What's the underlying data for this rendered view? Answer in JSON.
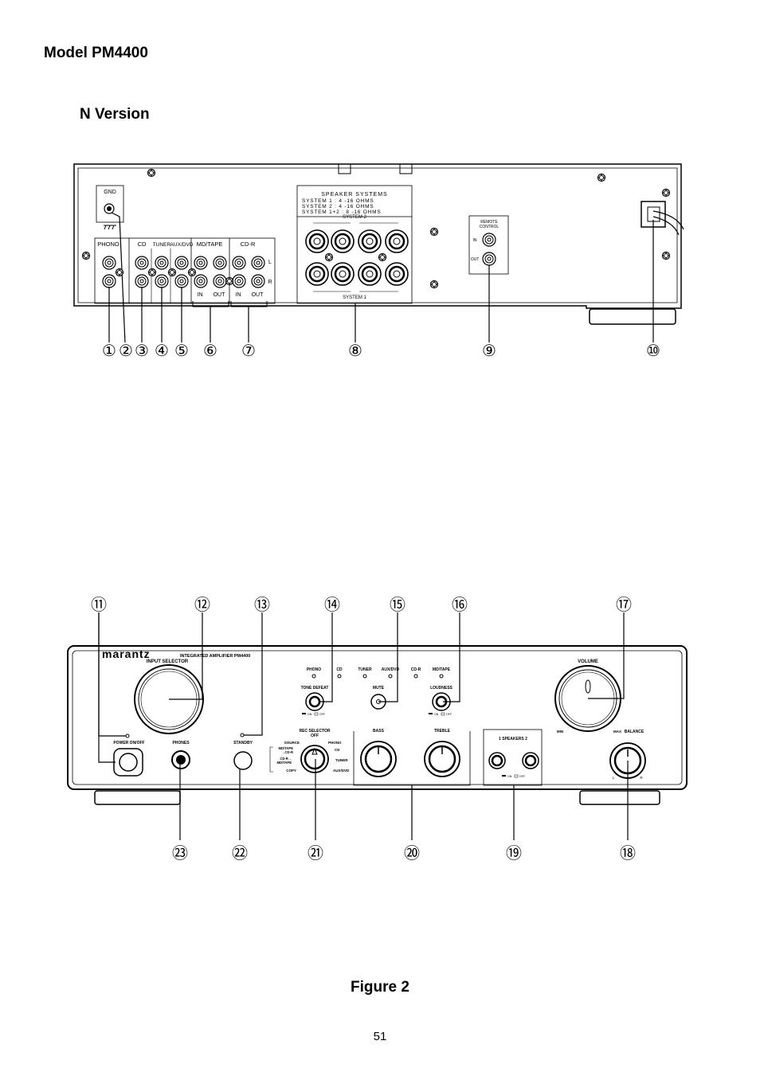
{
  "header": {
    "model_title": "Model PM4400",
    "version_title": "N Version"
  },
  "rear_panel": {
    "gnd": "GND",
    "phono": "PHONO",
    "cd": "CD",
    "tuner": "TUNER",
    "aux_dvd": "AUX/DVD",
    "md_tape": "MD/TAPE",
    "cd_r": "CD-R",
    "in": "IN",
    "out": "OUT",
    "l": "L",
    "r": "R",
    "speaker_header": "SPEAKER   SYSTEMS",
    "speaker_rows": [
      "SYSTEM  1       :             4 -16  OHMS",
      "SYSTEM  2       :             4 -16  OHMS",
      "SYSTEM  1+2  :             8 -16  OHMS"
    ],
    "system2": "SYSTEM 2",
    "system1": "SYSTEM 1",
    "remote_control": [
      "REMOTE",
      "CONTROL"
    ],
    "rc_in": "IN",
    "rc_out": "OUT",
    "callouts": [
      "①",
      "②",
      "③",
      "④",
      "⑤",
      "⑥",
      "⑦",
      "⑧",
      "⑨",
      "⑩"
    ]
  },
  "front_panel": {
    "brand": "marantz",
    "model_line": "INTEGRATED AMPLIFIER PM4400",
    "input_selector": "INPUT SELECTOR",
    "source_labels": [
      "PHONO",
      "CD",
      "TUNER",
      "AUX/DVD",
      "CD-R",
      "MD/TAPE"
    ],
    "tone_defeat": "TONE DEFEAT",
    "mute": "MUTE",
    "loudness": "LOUDNESS",
    "on": "ON",
    "off": "OFF",
    "volume": "VOLUME",
    "min": "MIN",
    "max": "MAX",
    "balance": "BALANCE",
    "l": "L",
    "r": "R",
    "power": "POWER ON/OFF",
    "phones": "PHONES",
    "standby": "STANDBY",
    "rec_selector": [
      "REC SELECTOR",
      "OFF"
    ],
    "rec_left": [
      "SOURCE",
      "MD/TAPE",
      "→CD-R",
      "CD-R→",
      "MD/TAPE",
      "COPY"
    ],
    "rec_right": [
      "PHONO",
      "CD",
      "TUNER",
      "AUX/DVD"
    ],
    "bass": "BASS",
    "treble": "TREBLE",
    "speakers": "1     SPEAKERS     2",
    "callouts": [
      "⑪",
      "⑫",
      "⑬",
      "⑭",
      "⑮",
      "⑯",
      "⑰",
      "⑱",
      "⑲",
      "⑳",
      "㉑",
      "㉒",
      "㉓"
    ]
  },
  "footer": {
    "figure_caption": "Figure 2",
    "page_number": "51"
  }
}
